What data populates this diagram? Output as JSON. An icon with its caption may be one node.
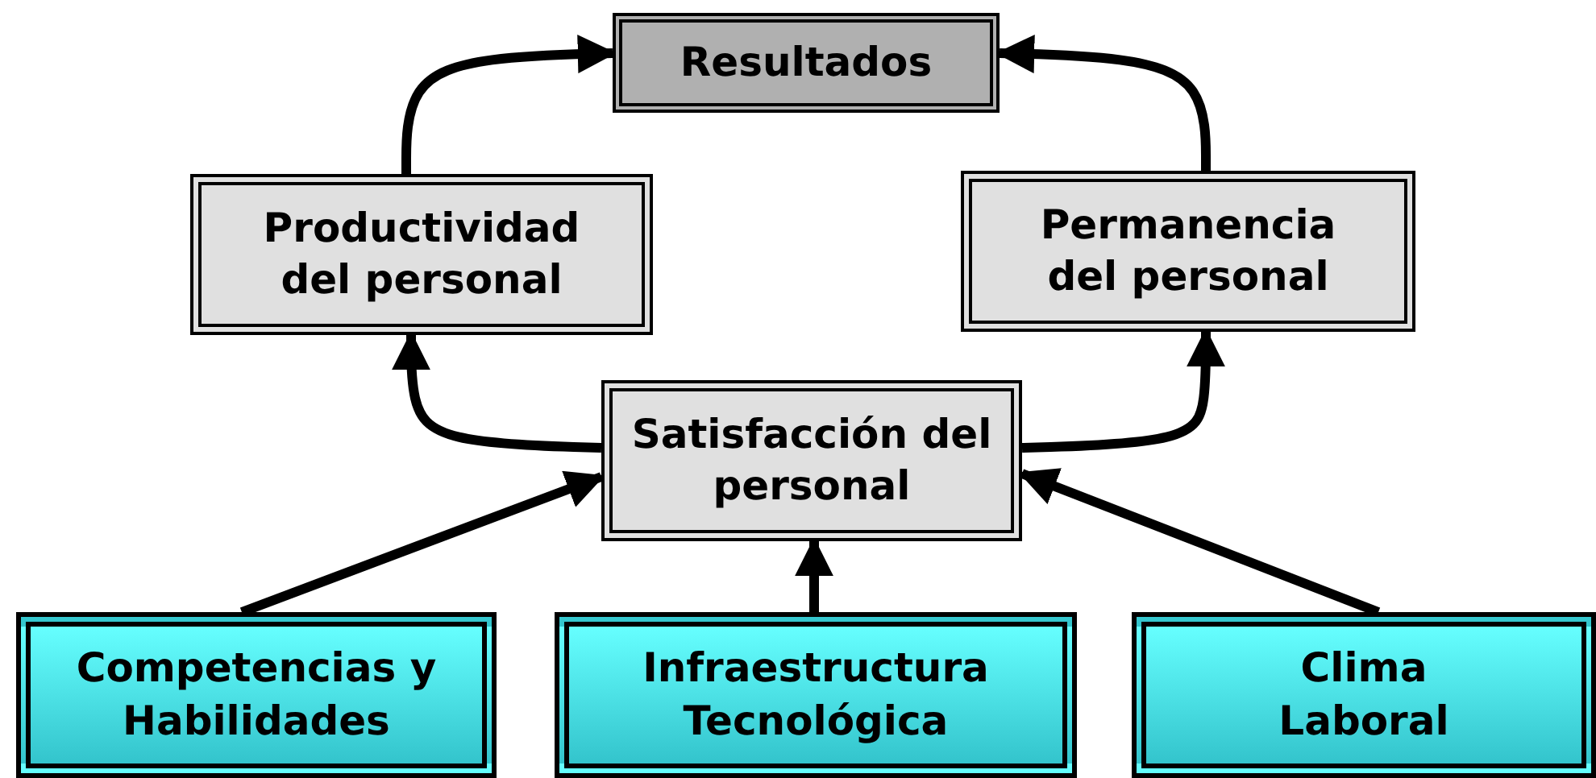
{
  "diagram": {
    "nodes": [
      {
        "text": [
          "Resultados"
        ]
      },
      {
        "text": [
          "Productividad del personal"
        ]
      },
      {
        "text": [
          "Permanencia del personal"
        ]
      },
      {
        "text": [
          "Satisfacción del personal"
        ]
      },
      {
        "text": [
          "Competencias y Habilidades"
        ]
      },
      {
        "text": [
          "Infraestructura Tecnológica"
        ]
      },
      {
        "text": [
          "Clima Laboral"
        ]
      }
    ],
    "edges": [
      {
        "from": 1,
        "to": 0,
        "arrow": "to"
      },
      {
        "from": 2,
        "to": 0,
        "arrow": "to"
      },
      {
        "from": 3,
        "to": 1,
        "arrow": "to"
      },
      {
        "from": 3,
        "to": 2,
        "arrow": "to"
      },
      {
        "from": 4,
        "to": 3,
        "arrow": "to"
      },
      {
        "from": 5,
        "to": 3,
        "arrow": "to"
      },
      {
        "from": 6,
        "to": 3,
        "arrow": "to"
      }
    ]
  }
}
